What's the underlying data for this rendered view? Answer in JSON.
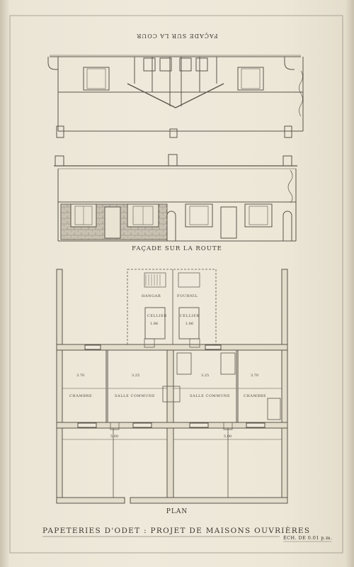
{
  "document": {
    "elevation_rear_title": "FAÇADE SUR LA COUR",
    "elevation_front_title": "FAÇADE SUR LA ROUTE",
    "plan_title": "PLAN",
    "main_title": "PAPETERIES D'ODET : PROJET DE MAISONS OUVRIÈRES",
    "scale": "ÉCH. DE 0.01 p.m."
  },
  "rooms": {
    "left_chamber": "CHAMBRE",
    "left_common": "SALLE COMMUNE",
    "right_common": "SALLE COMMUNE",
    "right_chamber": "CHAMBRE",
    "cellar_left": "CELLIER",
    "cellar_right": "CELLIER",
    "hangar_left": "HANGAR",
    "hangar_right": "FOURNIL"
  },
  "dimensions": {
    "d1": "3.70",
    "d2": "3.25",
    "d3": "3.25",
    "d4": "3.70",
    "d5": "1.86",
    "d6": "1.86",
    "d7": "5.00",
    "d8": "5.00"
  },
  "colors": {
    "paper": "#ede7d8",
    "ink": "#4a453c",
    "stone": "#b8b1a2"
  }
}
